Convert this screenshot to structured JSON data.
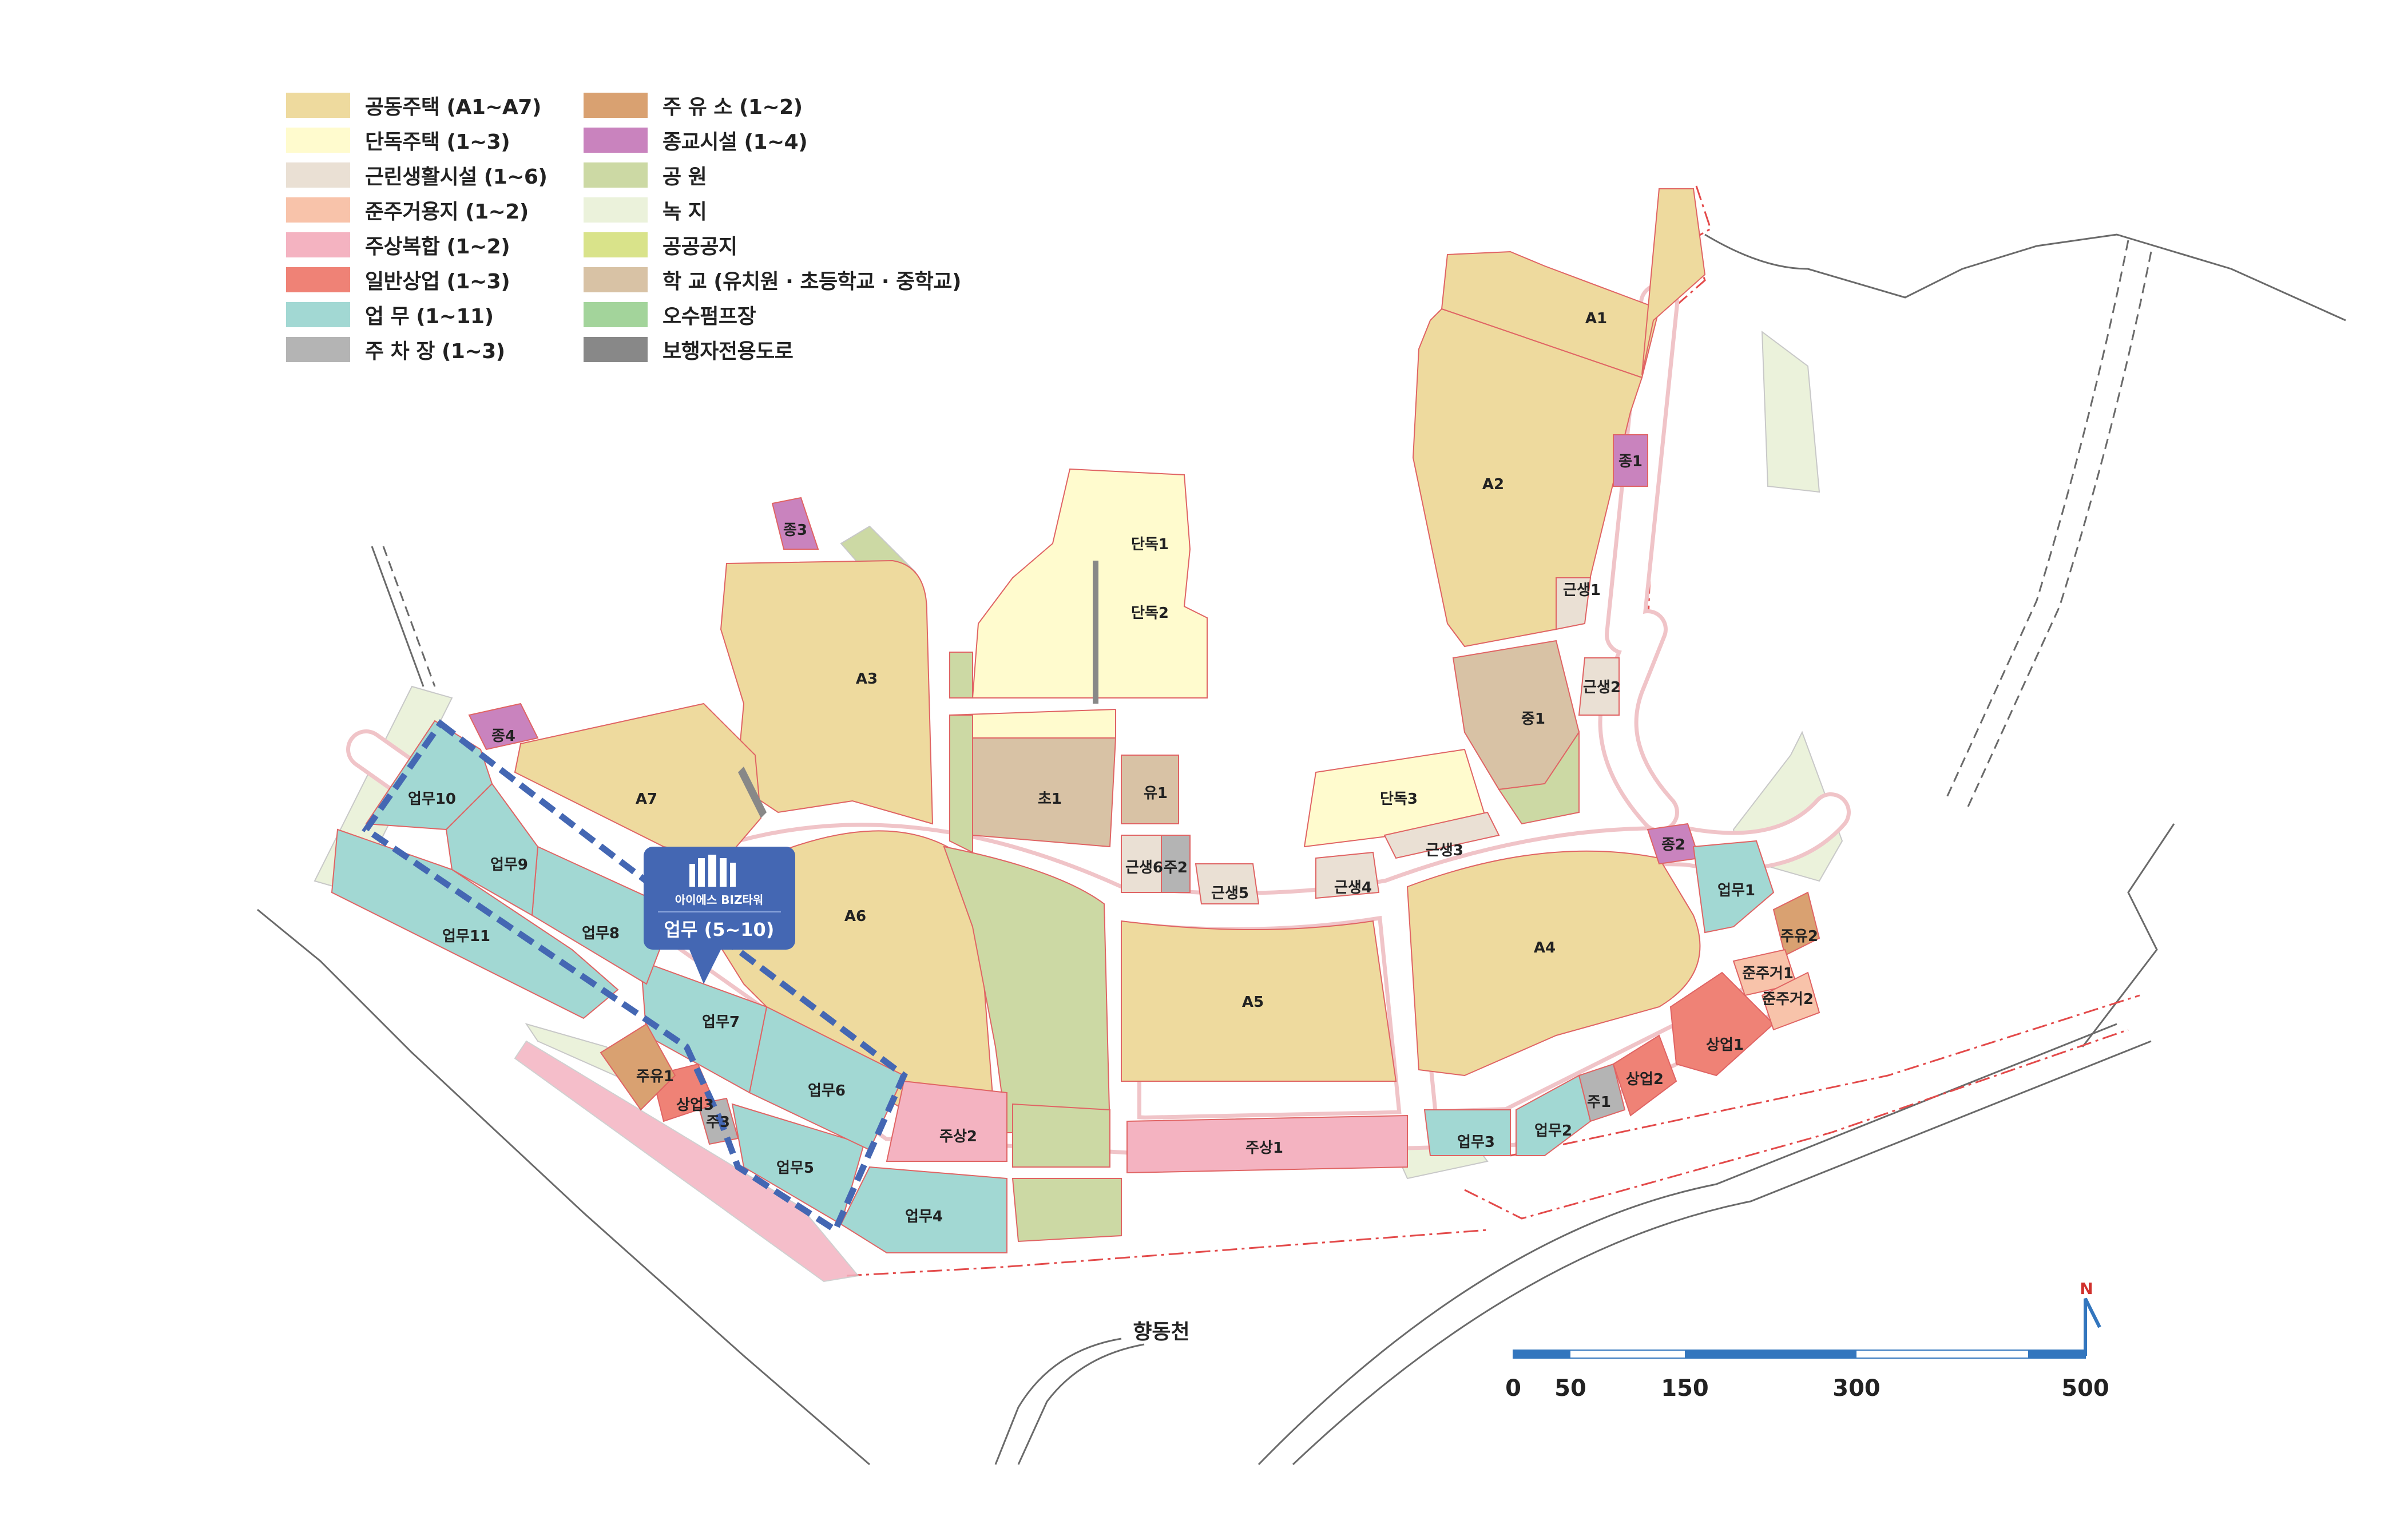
{
  "legend": [
    {
      "label": "공동주택 (A1~A7)",
      "color": "#EEDA9E"
    },
    {
      "label": "단독주택 (1~3)",
      "color": "#FFFBCE"
    },
    {
      "label": "근린생활시설 (1~6)",
      "color": "#EAE0D4"
    },
    {
      "label": "준주거용지 (1~2)",
      "color": "#F8C3AA"
    },
    {
      "label": "주상복합 (1~2)",
      "color": "#F4B3C1"
    },
    {
      "label": "일반상업 (1~3)",
      "color": "#EF8276"
    },
    {
      "label": "업       무 (1~11)",
      "color": "#A2D8D3"
    },
    {
      "label": "주  차  장 (1~3)",
      "color": "#B4B4B4"
    },
    {
      "label": "주  유  소 (1~2)",
      "color": "#D9A171"
    },
    {
      "label": "종교시설 (1~4)",
      "color": "#C983BE"
    },
    {
      "label": "공       원",
      "color": "#CCD9A4"
    },
    {
      "label": "녹       지",
      "color": "#EBF2DB"
    },
    {
      "label": "공공공지",
      "color": "#D9E38A"
    },
    {
      "label": "학       교 (유치원 · 초등학교 · 중학교)",
      "color": "#D8C2A5"
    },
    {
      "label": "오수펌프장",
      "color": "#A3D49B"
    },
    {
      "label": "보행자전용도로",
      "color": "#888888"
    }
  ],
  "callout": {
    "building_name": "아이에스 BIZ타워",
    "zone": "업무 (5~10)",
    "color": "#4467B3"
  },
  "river": "향동천",
  "scale": {
    "ticks": [
      "0",
      "50",
      "150",
      "300",
      "500"
    ],
    "bar_color": "#3376BE"
  },
  "north": "N",
  "labels": {
    "A1": "A1",
    "A2": "A2",
    "A3": "A3",
    "A4": "A4",
    "A5": "A5",
    "A6": "A6",
    "A7": "A7",
    "jong1": "종1",
    "jong2": "종2",
    "jong3": "종3",
    "jong4": "종4",
    "dandok1": "단독1",
    "dandok2": "단독2",
    "dandok3": "단독3",
    "geun1": "근생1",
    "geun2": "근생2",
    "geun3": "근생3",
    "geun4": "근생4",
    "geun5": "근생5",
    "geun6": "근생6",
    "cho1": "초1",
    "yu1": "유1",
    "jung1": "중1",
    "ju1": "주1",
    "ju2": "주2",
    "ju3": "주3",
    "up1": "업무1",
    "up2": "업무2",
    "up3": "업무3",
    "up4": "업무4",
    "up5": "업무5",
    "up6": "업무6",
    "up7": "업무7",
    "up8": "업무8",
    "up9": "업무9",
    "up10": "업무10",
    "up11": "업무11",
    "jusang1": "주상1",
    "jusang2": "주상2",
    "sangup1": "상업1",
    "sangup2": "상업2",
    "sangup3": "상업3",
    "juyu1": "주유1",
    "juyu2": "주유2",
    "junjugeo1": "준주거1",
    "junjugeo2": "준주거2"
  }
}
